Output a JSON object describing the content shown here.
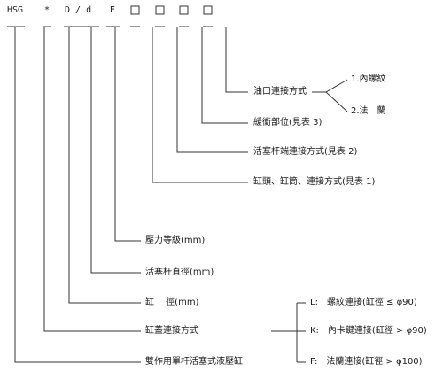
{
  "model_code": {
    "prefix": "HSG",
    "star": "*",
    "bore_rod": "D / d",
    "pressure": "E"
  },
  "labels": {
    "port_conn": "油口連接方式",
    "buffer": "緩衝部位(見表 3)",
    "rod_end": "活塞杆端連接方式(見表 2)",
    "head_conn": "缸頭、缸筒、連接方式(見表 1)",
    "pressure": "壓力等級(mm)",
    "rod_dia": "活塞杆直徑(mm)",
    "bore": "缸　 徑(mm)",
    "cover_conn": "缸蓋連接方式",
    "cylinder_type": "雙作用單杆活塞式液壓缸"
  },
  "port_options": [
    "1.內螺紋",
    "2.法　蘭"
  ],
  "cover_options": [
    "L:　螺紋連接(缸徑 ≤ φ90)",
    "K:　內卡鍵連接(缸徑 > φ90)",
    "F:　法蘭連接(缸徑 > φ100)"
  ]
}
